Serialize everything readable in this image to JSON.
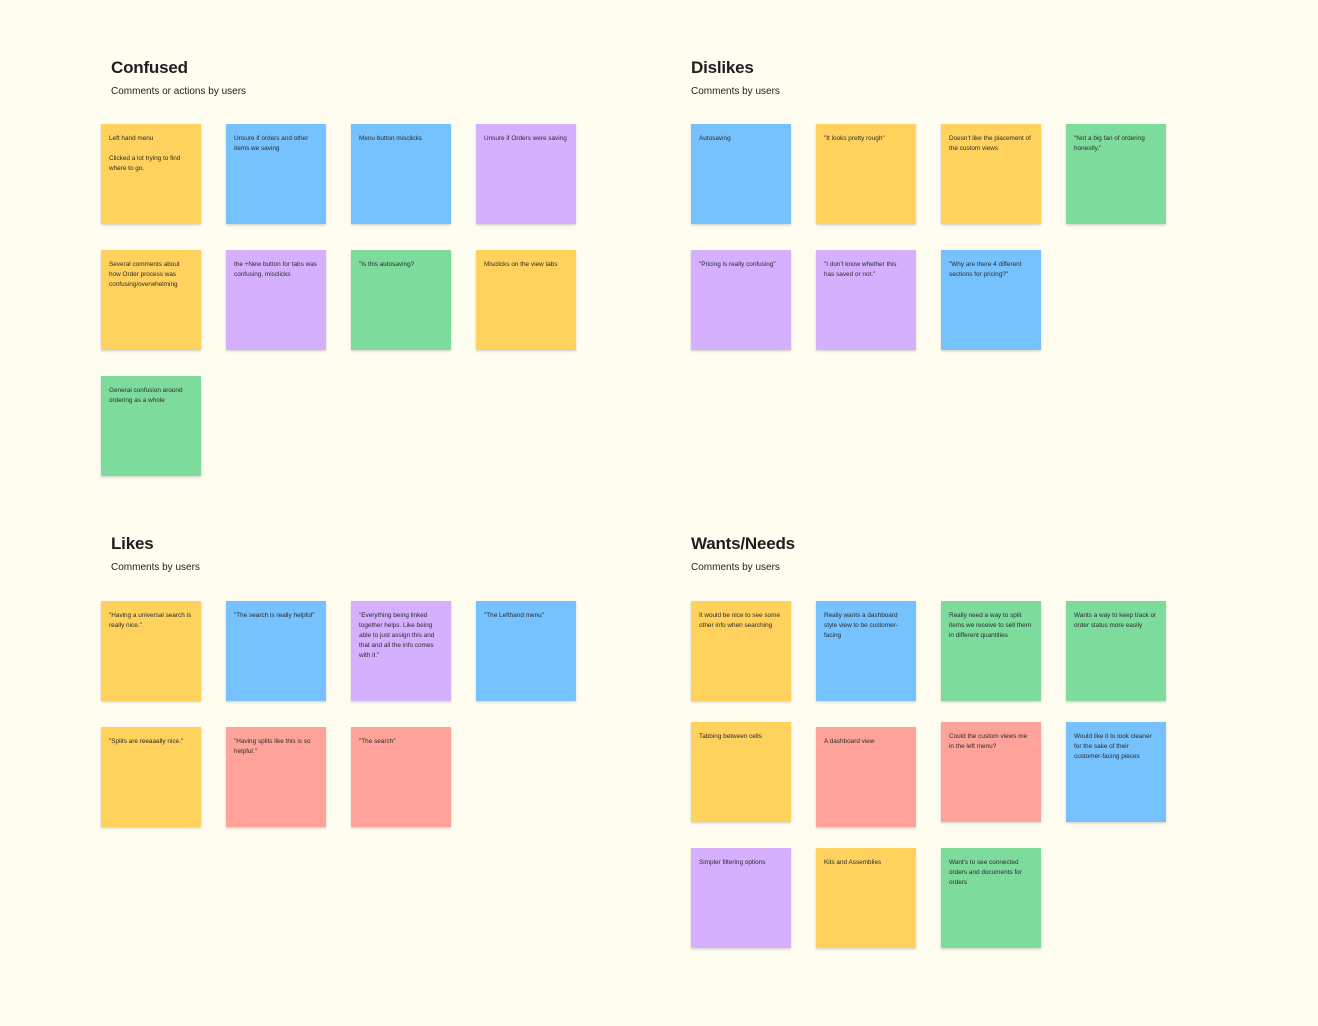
{
  "colors": {
    "background": "#fffdf0",
    "yellow": "#ffd25e",
    "blue": "#75c2ff",
    "purple": "#d4b0ff",
    "green": "#7ddc9c",
    "red": "#ffa39a"
  },
  "sections": {
    "confused": {
      "title": "Confused",
      "subtitle": "Comments or actions by users",
      "notes": [
        {
          "text": "Left hand menu\n\nClicked a lot trying to find where to go.",
          "color": "yellow"
        },
        {
          "text": "Unsure if orders and other items we saving",
          "color": "blue"
        },
        {
          "text": "Menu button misclicks",
          "color": "blue"
        },
        {
          "text": "Unsure if Orders were saving",
          "color": "purple"
        },
        {
          "text": "Several comments about how Order process was confusing/overwhelming",
          "color": "yellow"
        },
        {
          "text": "the +New button for tabs was confusing, misclicks",
          "color": "purple"
        },
        {
          "text": "\"Is this autosaving?",
          "color": "green"
        },
        {
          "text": "Misclicks on the view tabs",
          "color": "yellow"
        },
        {
          "text": "General confusion around ordering as a whole",
          "color": "green"
        }
      ]
    },
    "dislikes": {
      "title": "Dislikes",
      "subtitle": "Comments by users",
      "notes": [
        {
          "text": "Autosaving",
          "color": "blue"
        },
        {
          "text": "\"It looks pretty rough\"",
          "color": "yellow"
        },
        {
          "text": "Doesn't like the placement of the custom views",
          "color": "yellow"
        },
        {
          "text": "\"Not a big fan of ordering honestly.\"",
          "color": "green"
        },
        {
          "text": "\"Pricing is really confusing\"",
          "color": "purple"
        },
        {
          "text": "\"I don't know whether this has saved or not.\"",
          "color": "purple"
        },
        {
          "text": "\"Why are there 4 different sections for pricing?\"",
          "color": "blue"
        }
      ]
    },
    "likes": {
      "title": "Likes",
      "subtitle": "Comments by users",
      "notes": [
        {
          "text": "\"Having a universal search is really nice.\"",
          "color": "yellow"
        },
        {
          "text": "\"The search is really helpful\"",
          "color": "blue"
        },
        {
          "text": "\"Everything being linked together helps. Like being able to just assign this and that and all the info comes with it.\"",
          "color": "purple"
        },
        {
          "text": "\"The Lefthand menu\"",
          "color": "blue"
        },
        {
          "text": "\"Splits are reeaaally nice.\"",
          "color": "yellow"
        },
        {
          "text": "\"Having splits like this is so helpful.\"",
          "color": "red"
        },
        {
          "text": "\"The search\"",
          "color": "red"
        }
      ]
    },
    "wants": {
      "title": "Wants/Needs",
      "subtitle": "Comments by users",
      "notes": [
        {
          "text": "It would be nice to see some other info when searching",
          "color": "yellow"
        },
        {
          "text": "Really wants a dashboard style view to be customer-facing",
          "color": "blue"
        },
        {
          "text": "Really need a way to split items we receive to sell them in different quantities",
          "color": "green"
        },
        {
          "text": "Wants a way to keep track or order status more easily",
          "color": "green"
        },
        {
          "text": "Tabbing between cells",
          "color": "yellow"
        },
        {
          "text": "A dashboard view",
          "color": "red"
        },
        {
          "text": "Could the custom views me in the left menu?",
          "color": "red"
        },
        {
          "text": "Would like it to look cleaner for the sake of their customer-facing pieces",
          "color": "blue"
        },
        {
          "text": "Simpler filtering options",
          "color": "purple"
        },
        {
          "text": "Kits and Assemblies",
          "color": "yellow"
        },
        {
          "text": "Want's to see connected orders and documents for orders",
          "color": "green"
        }
      ]
    }
  }
}
